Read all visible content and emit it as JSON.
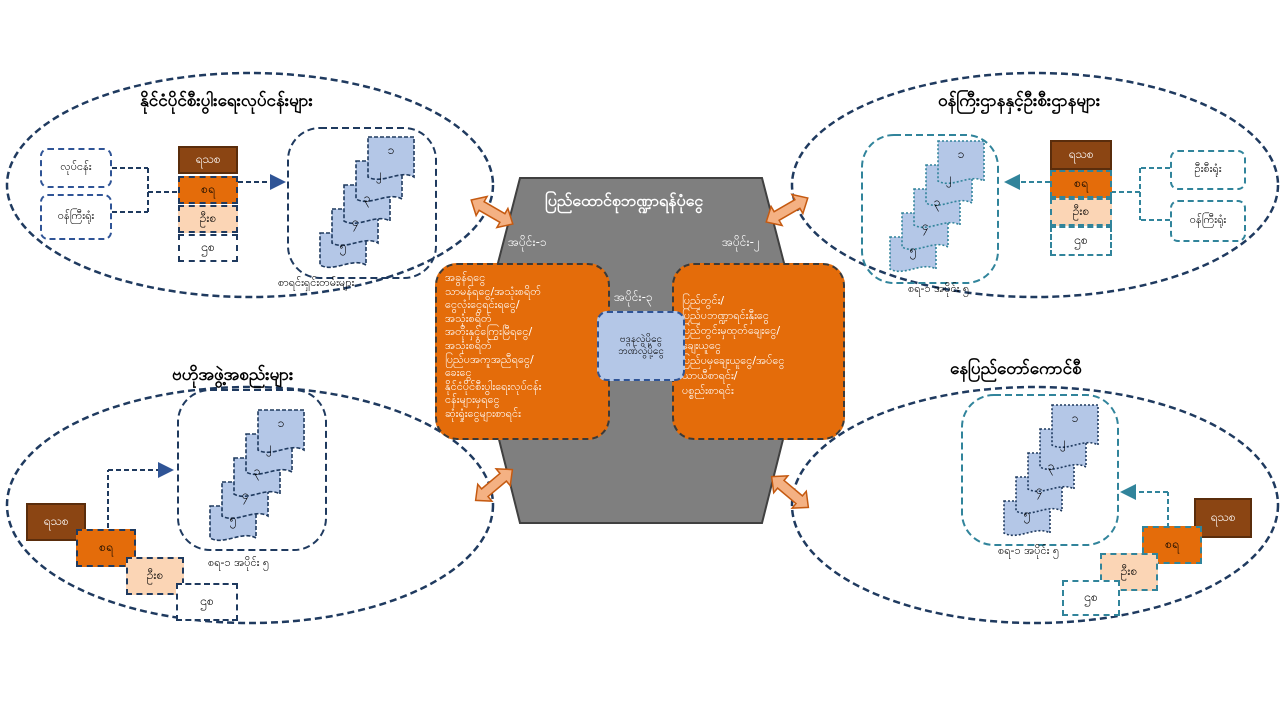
{
  "center": {
    "title": "ပြည်ထောင်စုဘဏ္ဍာရန်ပုံငွေ",
    "part1_label": "အပိုင်း-၁",
    "part2_label": "အပိုင်း-၂",
    "part3_label": "အပိုင်း-၃",
    "part1_lines": [
      "အခွန်ရငွေ",
      "သာမန်ရငွေ/အသုံးစရိတ်",
      "ငွေလုံးငွေရင်းရငွေ/",
      "အသုံးစရိတ်",
      "အတိုးနှင့်ကြွေးမြီရငွေ/",
      "အသုံးစရိတ်",
      "ပြည်ပအကူအညီရငွေ/",
      "ခေးငွေ",
      "နိုင်ငံပိုင်စီးပွါးရေးလုပ်ငန်း",
      "ငန်းများမှရငွေ",
      "ဆုံးရှုံးငွေများစာရင်း"
    ],
    "part2_lines": [
      "ပြည်တွင်း/",
      "ပြည်ပဘဏ္ဍာရင်းနှီးငွေ",
      "ပြည်တွင်းမှထုတ်ချေးငွေ/",
      "ချေးယူငွေ",
      "ပြည်ပမှချေးယူငွေ/အပ်ငွေ",
      "ယာယီစာရင်း/",
      "ပစ္စည်းစာရင်း"
    ],
    "part3_lines": [
      "ဗဒ္ဂနလွဲပို့ငွေ",
      "ဘဏ်လွဲပို့ငွေ"
    ]
  },
  "quadrants": {
    "top_left": {
      "title": "နိုင်ငံပိုင်စီးပွါးရေးလုပ်ငန်းများ",
      "depts": [
        "လုပ်ငန်း",
        "ဝန်ကြီးရုံး"
      ],
      "blocks": [
        "ရသစ",
        "စရ",
        "ဦးစ",
        "ဌစ"
      ],
      "stack_caption": "စာရင်းရှင်းတမ်းများ"
    },
    "top_right": {
      "title": "ဝန်ကြီးဌာနနှင့်ဦးစီးဌာနများ",
      "depts": [
        "ဦးစီးရုံး",
        "ဝန်ကြီးရုံး"
      ],
      "blocks": [
        "ရသစ",
        "စရ",
        "ဦးစ",
        "ဌစ"
      ],
      "stack_caption": "စရ-၁ အပိုင်း ၅"
    },
    "bottom_left": {
      "title": "ဗဟိုအဖွဲ့အစည်းများ",
      "blocks": [
        "ရသစ",
        "စရ",
        "ဦးစ",
        "ဌစ"
      ],
      "stack_caption": "စရ-၁ အပိုင်း ၅"
    },
    "bottom_right": {
      "title": "နေပြည်တော်ကောင်စီ",
      "blocks": [
        "ရသစ",
        "စရ",
        "ဦးစ",
        "ဌစ"
      ],
      "stack_caption": "စရ-၁ အပိုင်း ၅"
    }
  },
  "stack_numbers": [
    "၁",
    "၂",
    "၃",
    "၄",
    "၅"
  ],
  "colors": {
    "dark_blue": "#1F3A5F",
    "ellipse_blue": "#2F5496",
    "teal": "#31849B",
    "light_blue": "#B4C7E7",
    "orange": "#E46C0A",
    "brown": "#8B4513",
    "peach": "#FBD5B5",
    "hex_gray": "#7F7F7F",
    "arrow": "#F4B183"
  }
}
